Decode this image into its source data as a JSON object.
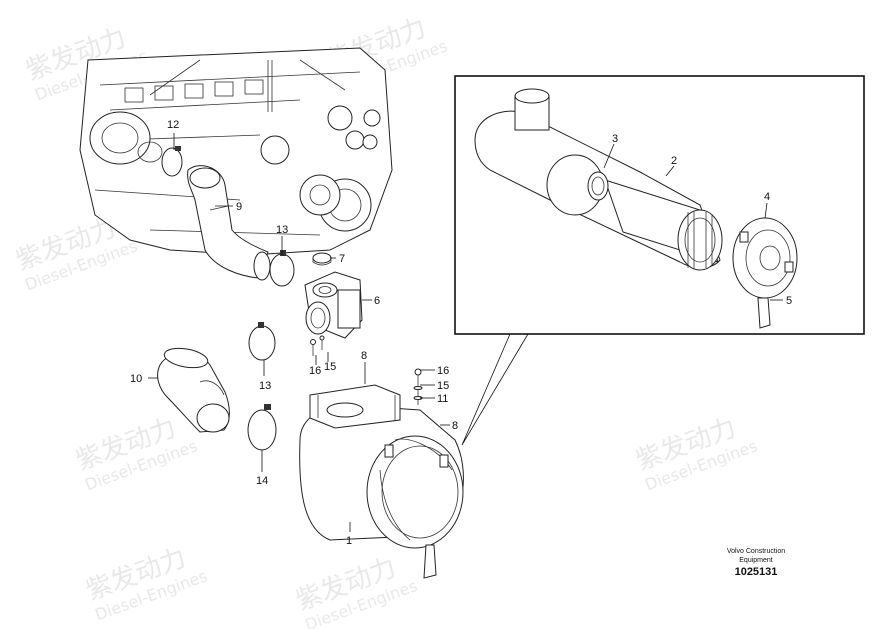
{
  "callouts": {
    "c1": "1",
    "c2": "2",
    "c3": "3",
    "c4": "4",
    "c5": "5",
    "c6": "6",
    "c7": "7",
    "c8a": "8",
    "c8b": "8",
    "c9": "9",
    "c10": "10",
    "c11": "11",
    "c12": "12",
    "c13a": "13",
    "c13b": "13",
    "c14": "14",
    "c15a": "15",
    "c15b": "15",
    "c16a": "16",
    "c16b": "16"
  },
  "footer": {
    "brand_line1": "Volvo Construction",
    "brand_line2": "Equipment",
    "drawing_number": "1025131"
  },
  "watermark": {
    "cn": "紫发动力",
    "en": "Diesel-Engines"
  }
}
